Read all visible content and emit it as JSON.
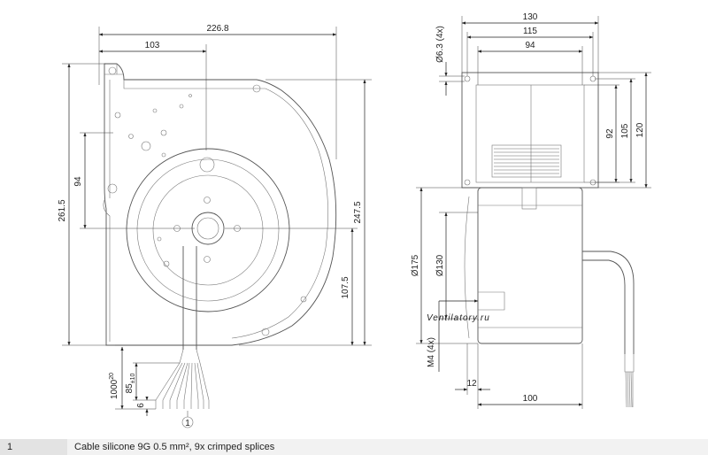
{
  "dimensions": {
    "side": {
      "overall_width": "226.8",
      "partial_width": "103",
      "overall_height": "261.5",
      "height_right": "247.5",
      "dim_94": "94",
      "dim_107_5": "107.5",
      "cable_length": "1000",
      "cable_length_tol": "20",
      "strip_length": "85",
      "strip_length_tol": "±10",
      "end_length": "6",
      "callout": "1"
    },
    "front": {
      "w130": "130",
      "w115": "115",
      "w94": "94",
      "hole": "Ø6.3 (4x)",
      "h92": "92",
      "h105": "105",
      "h120": "120",
      "d175": "Ø175",
      "d130": "Ø130",
      "thread": "M4 (4x)",
      "d12": "12",
      "d100": "100"
    }
  },
  "watermark": "Ventilatory.ru",
  "legend": {
    "number": "1",
    "text": "Cable silicone 9G 0.5 mm², 9x crimped splices"
  }
}
